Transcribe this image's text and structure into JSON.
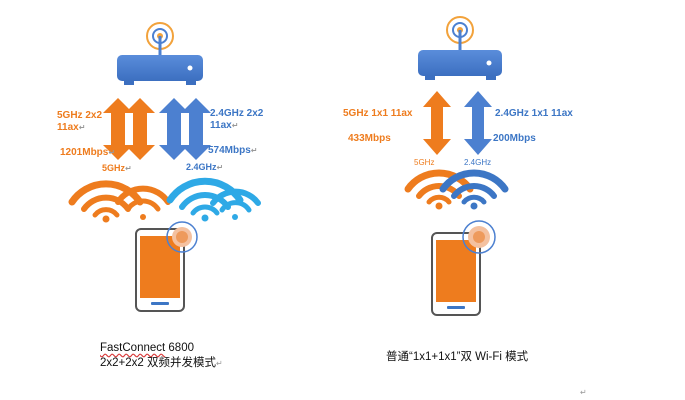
{
  "left": {
    "label_5g": "5GHz 2x2",
    "label_5g_line2": "11ax",
    "speed_5g": "1201Mbps",
    "tag_5g": "5GHz",
    "label_24g": "2.4GHz 2x2",
    "label_24g_line2": "11ax",
    "speed_24g": "574Mbps",
    "tag_24g": "2.4GHz",
    "caption_brand": "FastConnect",
    "caption_model": " 6800",
    "caption_line2": "2x2+2x2 双频并发模式"
  },
  "right": {
    "label_5g": "5GHz 1x1 11ax",
    "speed_5g": "433Mbps",
    "tag_5g": "5GHz",
    "label_24g": "2.4GHz 1x1 11ax",
    "speed_24g": "200Mbps",
    "tag_24g": "2.4GHz",
    "caption": "普通“1x1+1x1”双 Wi-Fi 模式"
  },
  "colors": {
    "orange": "#EE7C1E",
    "blue": "#3C76C5",
    "light_blue": "#2EA9E6",
    "phone_border": "#555555"
  },
  "return_mark": "↵"
}
